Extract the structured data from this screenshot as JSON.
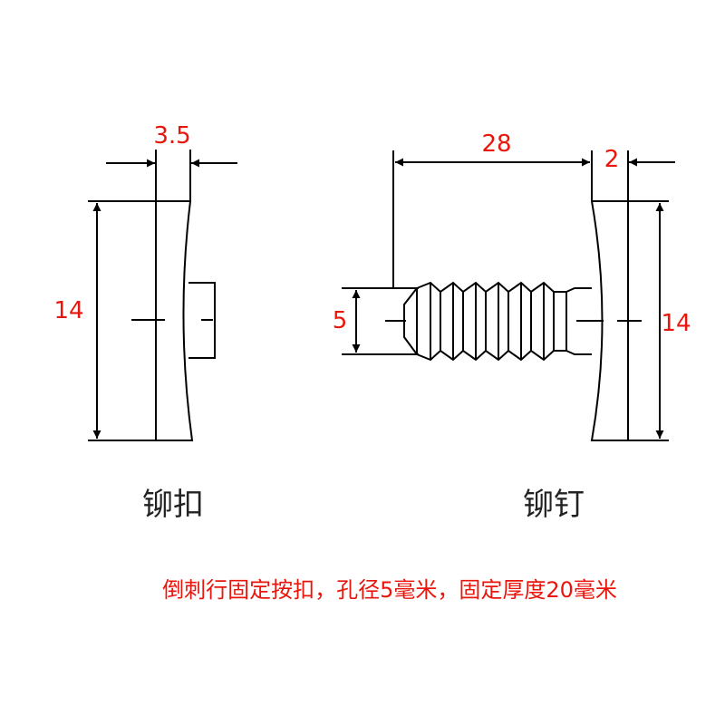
{
  "dimensions": {
    "clip_thickness": "3.5",
    "clip_height": "14",
    "rivet_length": "28",
    "rivet_head_thickness": "2",
    "rivet_diameter": "5",
    "rivet_head_height": "14"
  },
  "labels": {
    "clip": "铆扣",
    "rivet": "铆钉"
  },
  "caption": "倒刺行固定按扣，孔径5毫米，固定厚度20毫米",
  "colors": {
    "dimension_text": "#e8160c",
    "line": "#000000",
    "caption_text": "#e8160c"
  }
}
